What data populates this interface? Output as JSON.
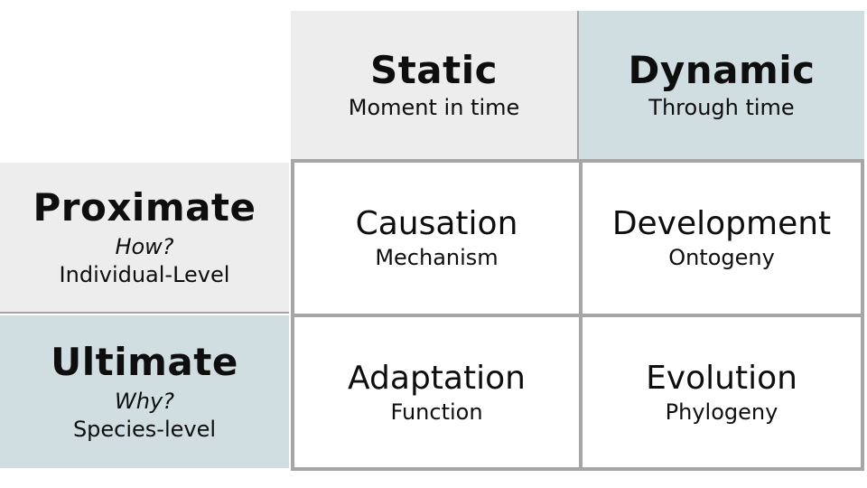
{
  "matrix": {
    "column_headers": [
      {
        "title": "Static",
        "subtitle": "Moment in time"
      },
      {
        "title": "Dynamic",
        "subtitle": "Through time"
      }
    ],
    "row_headers": [
      {
        "title": "Proximate",
        "question": "How?",
        "level": "Individual-Level"
      },
      {
        "title": "Ultimate",
        "question": "Why?",
        "level": "Species-level"
      }
    ],
    "cells": [
      [
        {
          "title": "Causation",
          "subtitle": "Mechanism"
        },
        {
          "title": "Development",
          "subtitle": "Ontogeny"
        }
      ],
      [
        {
          "title": "Adaptation",
          "subtitle": "Function"
        },
        {
          "title": "Evolution",
          "subtitle": "Phylogeny"
        }
      ]
    ],
    "colors": {
      "neutral_header_bg": "#ededed",
      "accent_header_bg": "#d0dee2",
      "grid_border": "#a6a6a6",
      "cell_bg": "#ffffff",
      "text": "#0e0e0e"
    }
  }
}
